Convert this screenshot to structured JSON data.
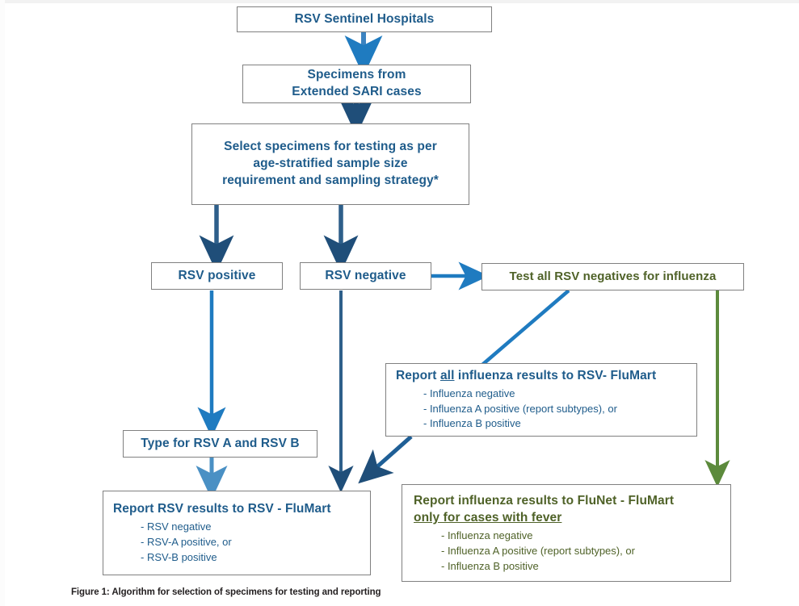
{
  "figure": {
    "caption": "Figure 1: Algorithm for selection of specimens for testing and reporting"
  },
  "colors": {
    "blue_text": "#1F5C8B",
    "green_text": "#4F6228",
    "arrow_dark_blue": "#1F4E79",
    "arrow_mid_blue": "#1F7BC0",
    "arrow_light_blue": "#4A90C4",
    "arrow_green": "#5C8A3C",
    "box_border": "#808080",
    "background": "#FFFFFF"
  },
  "nodes": {
    "sentinel_hospitals": {
      "label": "RSV Sentinel Hospitals",
      "color": "blue"
    },
    "specimens": {
      "line1": "Specimens from",
      "line2": "Extended SARI cases",
      "color": "blue"
    },
    "select_specimens": {
      "line1": "Select specimens for testing as per",
      "line2": "age-stratified sample size",
      "line3": "requirement and sampling strategy*",
      "color": "blue"
    },
    "rsv_positive": {
      "label": "RSV positive",
      "color": "blue"
    },
    "rsv_negative": {
      "label": "RSV negative",
      "color": "blue"
    },
    "test_all_rsv_negatives": {
      "label": "Test all RSV negatives for influenza",
      "color": "green"
    },
    "report_all_influenza_rsv_flumart": {
      "title_pre": "Report ",
      "title_underlined": "all",
      "title_post": " influenza results to RSV- FluMart",
      "bullets": [
        "-  Influenza negative",
        "-  Influenza A positive (report subtypes), or",
        "-  Influenza B positive"
      ],
      "color": "blue"
    },
    "type_for_rsv_ab": {
      "label": "Type for RSV A and RSV B",
      "color": "blue"
    },
    "report_rsv_results": {
      "title": "Report RSV results to RSV - FluMart",
      "bullets": [
        "-  RSV negative",
        "-  RSV-A positive, or",
        "-  RSV-B positive"
      ],
      "color": "blue"
    },
    "report_influenza_flunet": {
      "title_line1": "Report influenza results to FluNet - FluMart",
      "title_line2_underlined": "only for cases with fever",
      "bullets": [
        "-  Influenza negative",
        "-  Influenza A positive (report subtypes), or",
        "-  Influenza B positive"
      ],
      "color": "green"
    }
  },
  "edges": [
    {
      "id": "sentinel-to-specimens",
      "from": "sentinel_hospitals",
      "to": "specimens",
      "style": "vertical-arrow",
      "color": "arrow_mid_blue"
    },
    {
      "id": "specimens-to-select",
      "from": "specimens",
      "to": "select_specimens",
      "style": "vertical-arrow",
      "color": "arrow_dark_blue"
    },
    {
      "id": "select-to-rsv-positive",
      "from": "select_specimens",
      "to": "rsv_positive",
      "style": "vertical-arrow",
      "color": "arrow_dark_blue"
    },
    {
      "id": "select-to-rsv-negative",
      "from": "select_specimens",
      "to": "rsv_negative",
      "style": "vertical-arrow",
      "color": "arrow_dark_blue"
    },
    {
      "id": "rsv-negative-to-test-all",
      "from": "rsv_negative",
      "to": "test_all_rsv_negatives",
      "style": "horizontal-arrow",
      "color": "arrow_mid_blue"
    },
    {
      "id": "rsv-positive-to-type",
      "from": "rsv_positive",
      "to": "type_for_rsv_ab",
      "style": "vertical-arrow",
      "color": "arrow_mid_blue"
    },
    {
      "id": "type-to-report-rsv",
      "from": "type_for_rsv_ab",
      "to": "report_rsv_results",
      "style": "vertical-arrow",
      "color": "arrow_light_blue"
    },
    {
      "id": "rsv-negative-to-report-rsv",
      "from": "rsv_negative",
      "to": "report_rsv_results",
      "style": "vertical-arrow",
      "color": "arrow_dark_blue"
    },
    {
      "id": "test-all-to-report-all-influenza",
      "from": "test_all_rsv_negatives",
      "to": "report_all_influenza_rsv_flumart",
      "style": "diagonal-line",
      "color": "arrow_mid_blue"
    },
    {
      "id": "report-all-influenza-to-report-rsv",
      "from": "report_all_influenza_rsv_flumart",
      "to": "report_rsv_results",
      "style": "diagonal-arrow",
      "color": "arrow_dark_blue"
    },
    {
      "id": "test-all-to-report-flunet",
      "from": "test_all_rsv_negatives",
      "to": "report_influenza_flunet",
      "style": "vertical-arrow",
      "color": "arrow_green"
    }
  ]
}
